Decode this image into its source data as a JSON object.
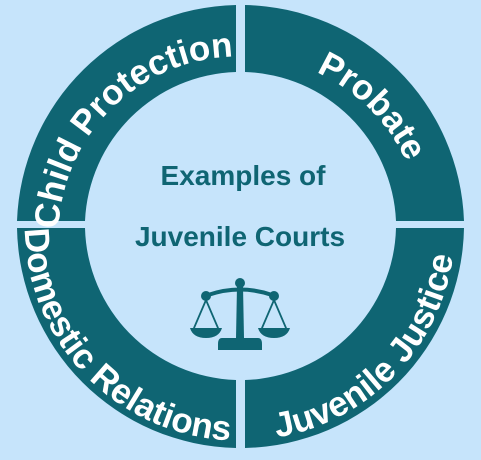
{
  "center": {
    "line1": "Examples of",
    "line2": "Juvenile Courts"
  },
  "segments": [
    {
      "label": "Child Protection"
    },
    {
      "label": "Probate"
    },
    {
      "label": "Domestic Relations"
    },
    {
      "label": "Juvenile Justice"
    }
  ],
  "center_icon": "balance-scale-icon",
  "colors": {
    "background": "#c6e4fb",
    "ring": "#0f6573",
    "ring_text": "#ffffff",
    "center_text": "#0f6573"
  }
}
